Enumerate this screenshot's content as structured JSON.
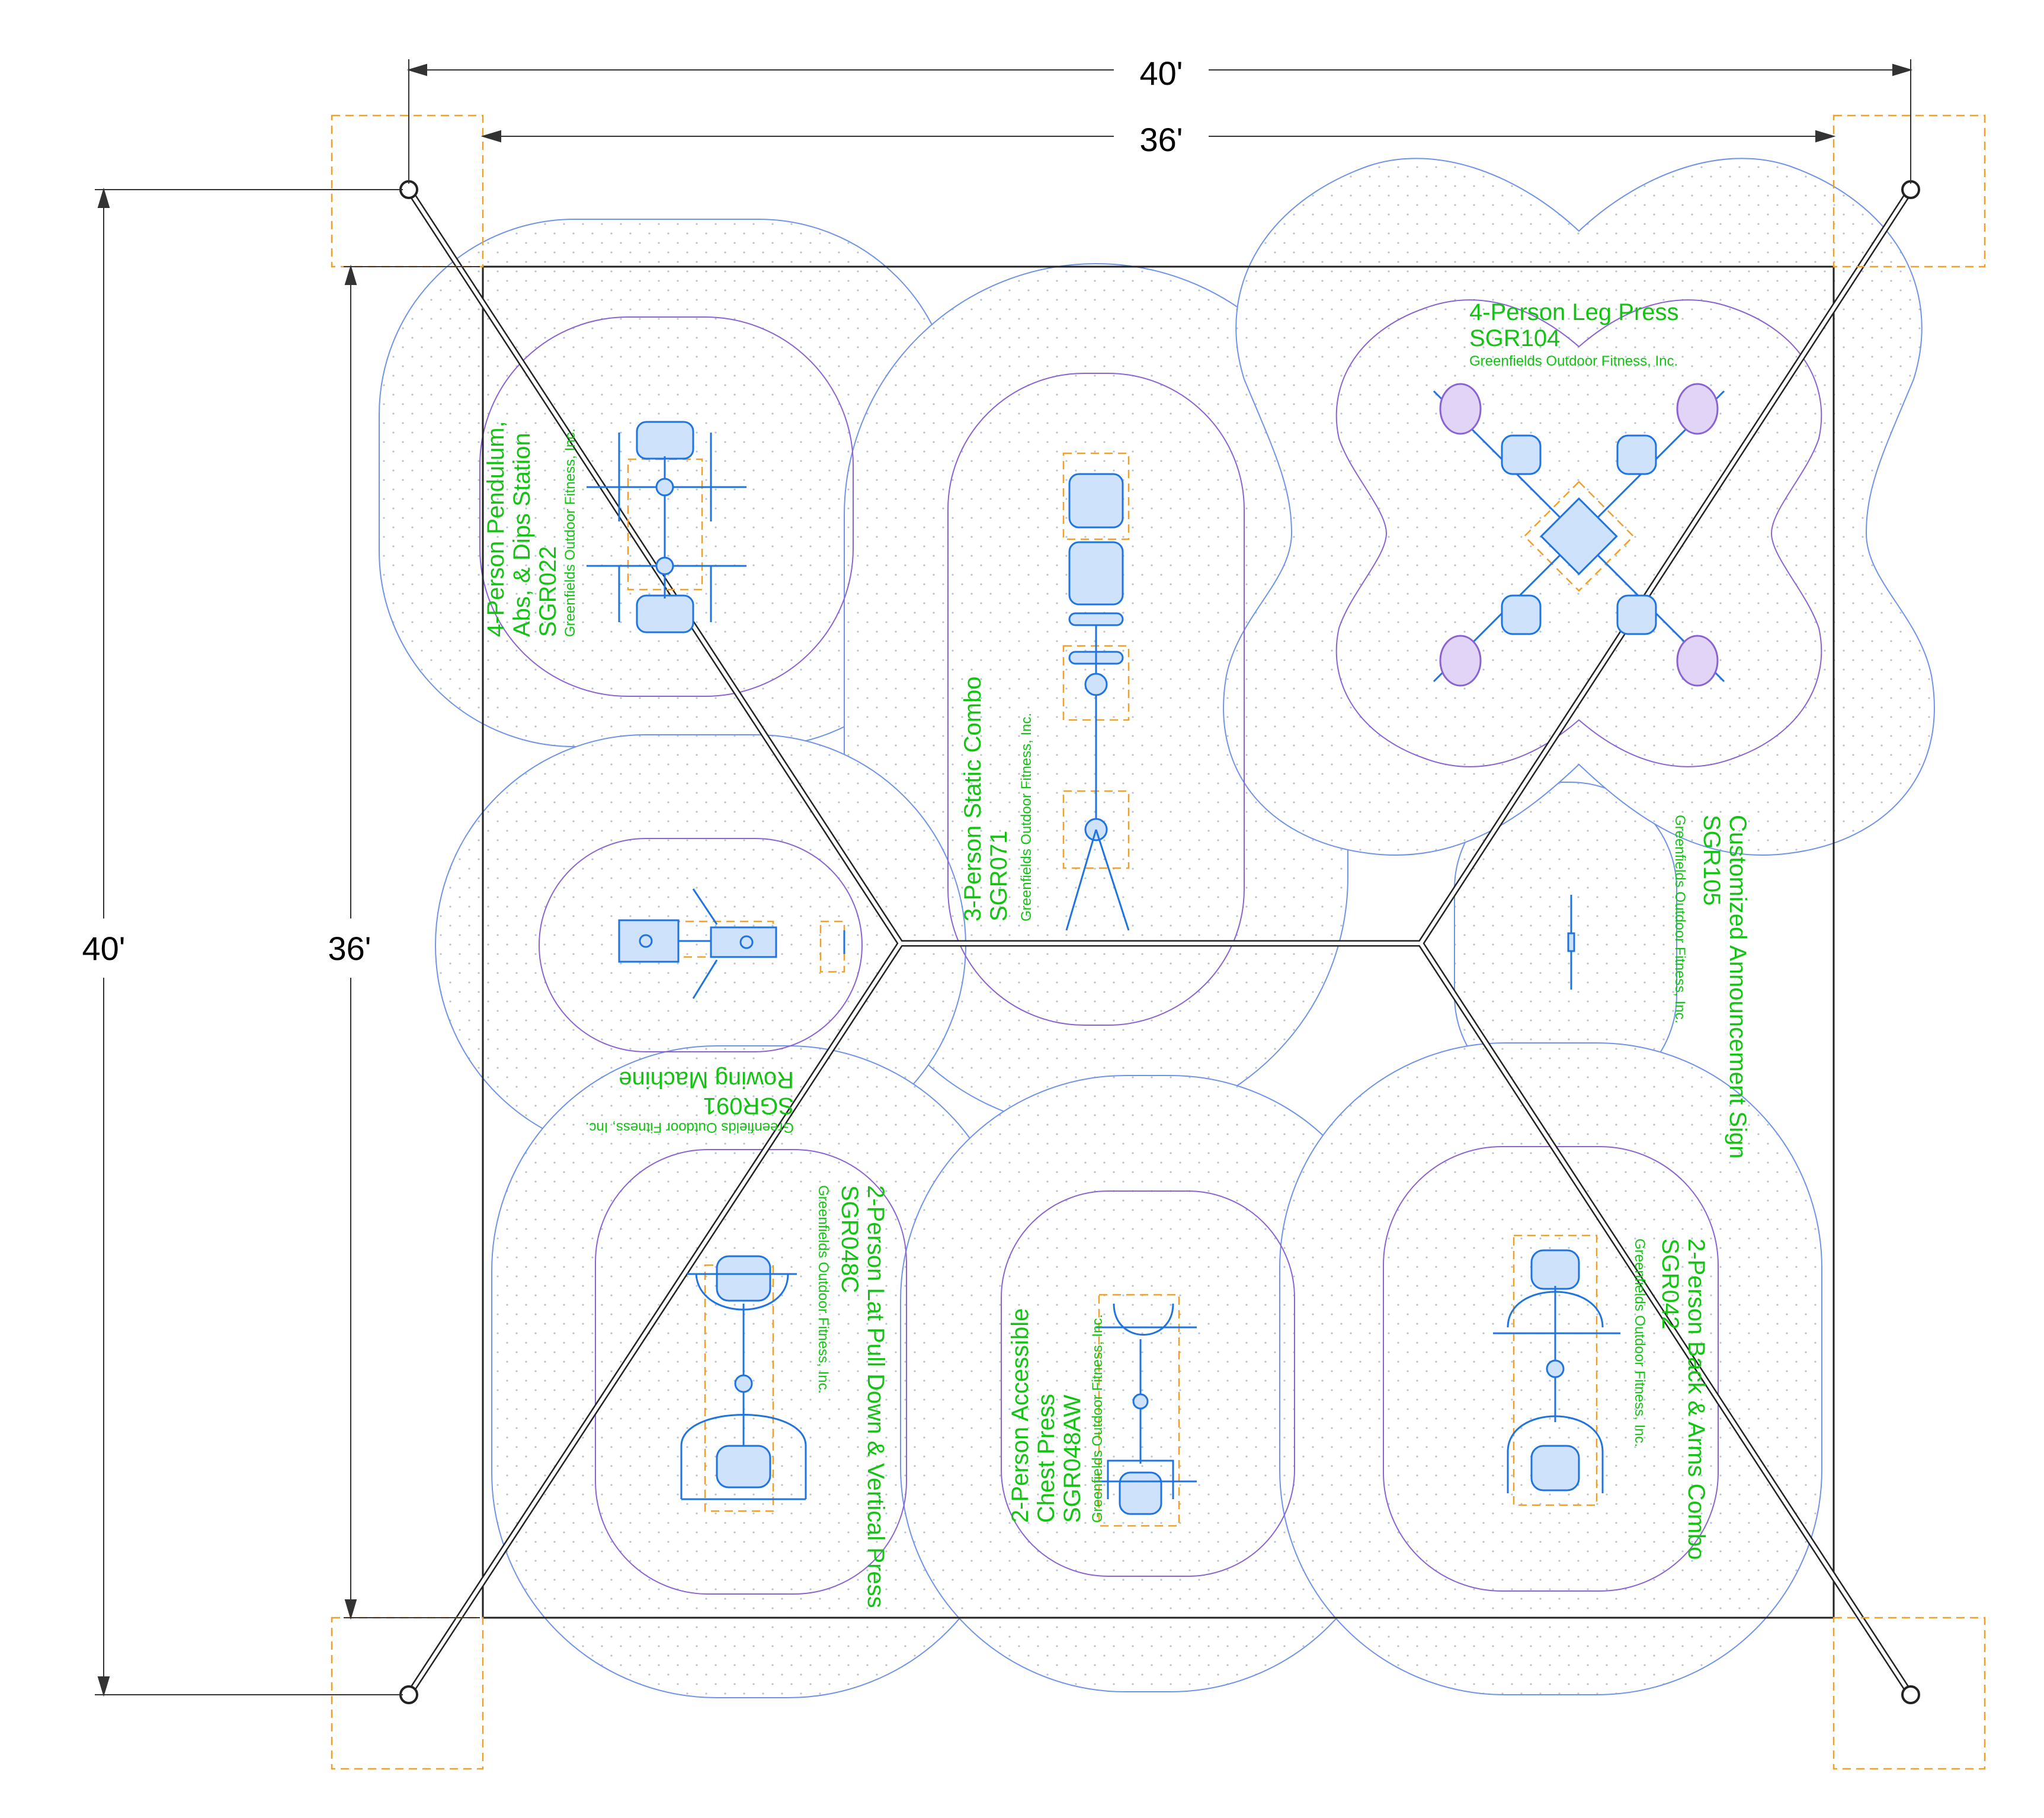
{
  "dimensions": {
    "outer_width": "40'",
    "inner_width": "36'",
    "outer_height": "40'",
    "inner_height": "36'"
  },
  "equipment": [
    {
      "id": "pendulum",
      "name_line1": "4-Person Pendulum,",
      "name_line2": "Abs, & Dips Station",
      "code": "SGR022",
      "manufacturer": "Greenfields Outdoor Fitness, Inc."
    },
    {
      "id": "static",
      "name_line1": "3-Person Static Combo",
      "code": "SGR071",
      "manufacturer": "Greenfields Outdoor Fitness, Inc."
    },
    {
      "id": "legpress",
      "name_line1": "4-Person Leg Press",
      "code": "SGR104",
      "manufacturer": "Greenfields Outdoor Fitness, Inc."
    },
    {
      "id": "rowing",
      "name_line1": "Rowing Machine",
      "code": "SGR091",
      "manufacturer": "Greenfields Outdoor Fitness, Inc."
    },
    {
      "id": "sign",
      "name_line1": "Customized Announcement Sign",
      "code": "SGR105",
      "manufacturer": "Greenfields Outdoor Fitness, Inc."
    },
    {
      "id": "latpull",
      "name_line1": "2-Person Lat Pull Down & Vertical Press",
      "code": "SGR048C",
      "manufacturer": "Greenfields Outdoor Fitness, Inc."
    },
    {
      "id": "chest",
      "name_line1": "2-Person Accessible",
      "name_line2": "Chest Press",
      "code": "SGR048AW",
      "manufacturer": "Greenfields Outdoor Fitness, Inc."
    },
    {
      "id": "backarms",
      "name_line1": "2-Person Back & Arms Combo",
      "code": "SGR042",
      "manufacturer": "Greenfields Outdoor Fitness, Inc."
    }
  ],
  "colors": {
    "label_green": "#12c312",
    "equipment_blue": "#1f74e0",
    "use_zone_outer": "#6f93e6",
    "use_zone_inner": "#8a63d2",
    "footing_orange": "#f0a028",
    "outline": "#222222"
  }
}
